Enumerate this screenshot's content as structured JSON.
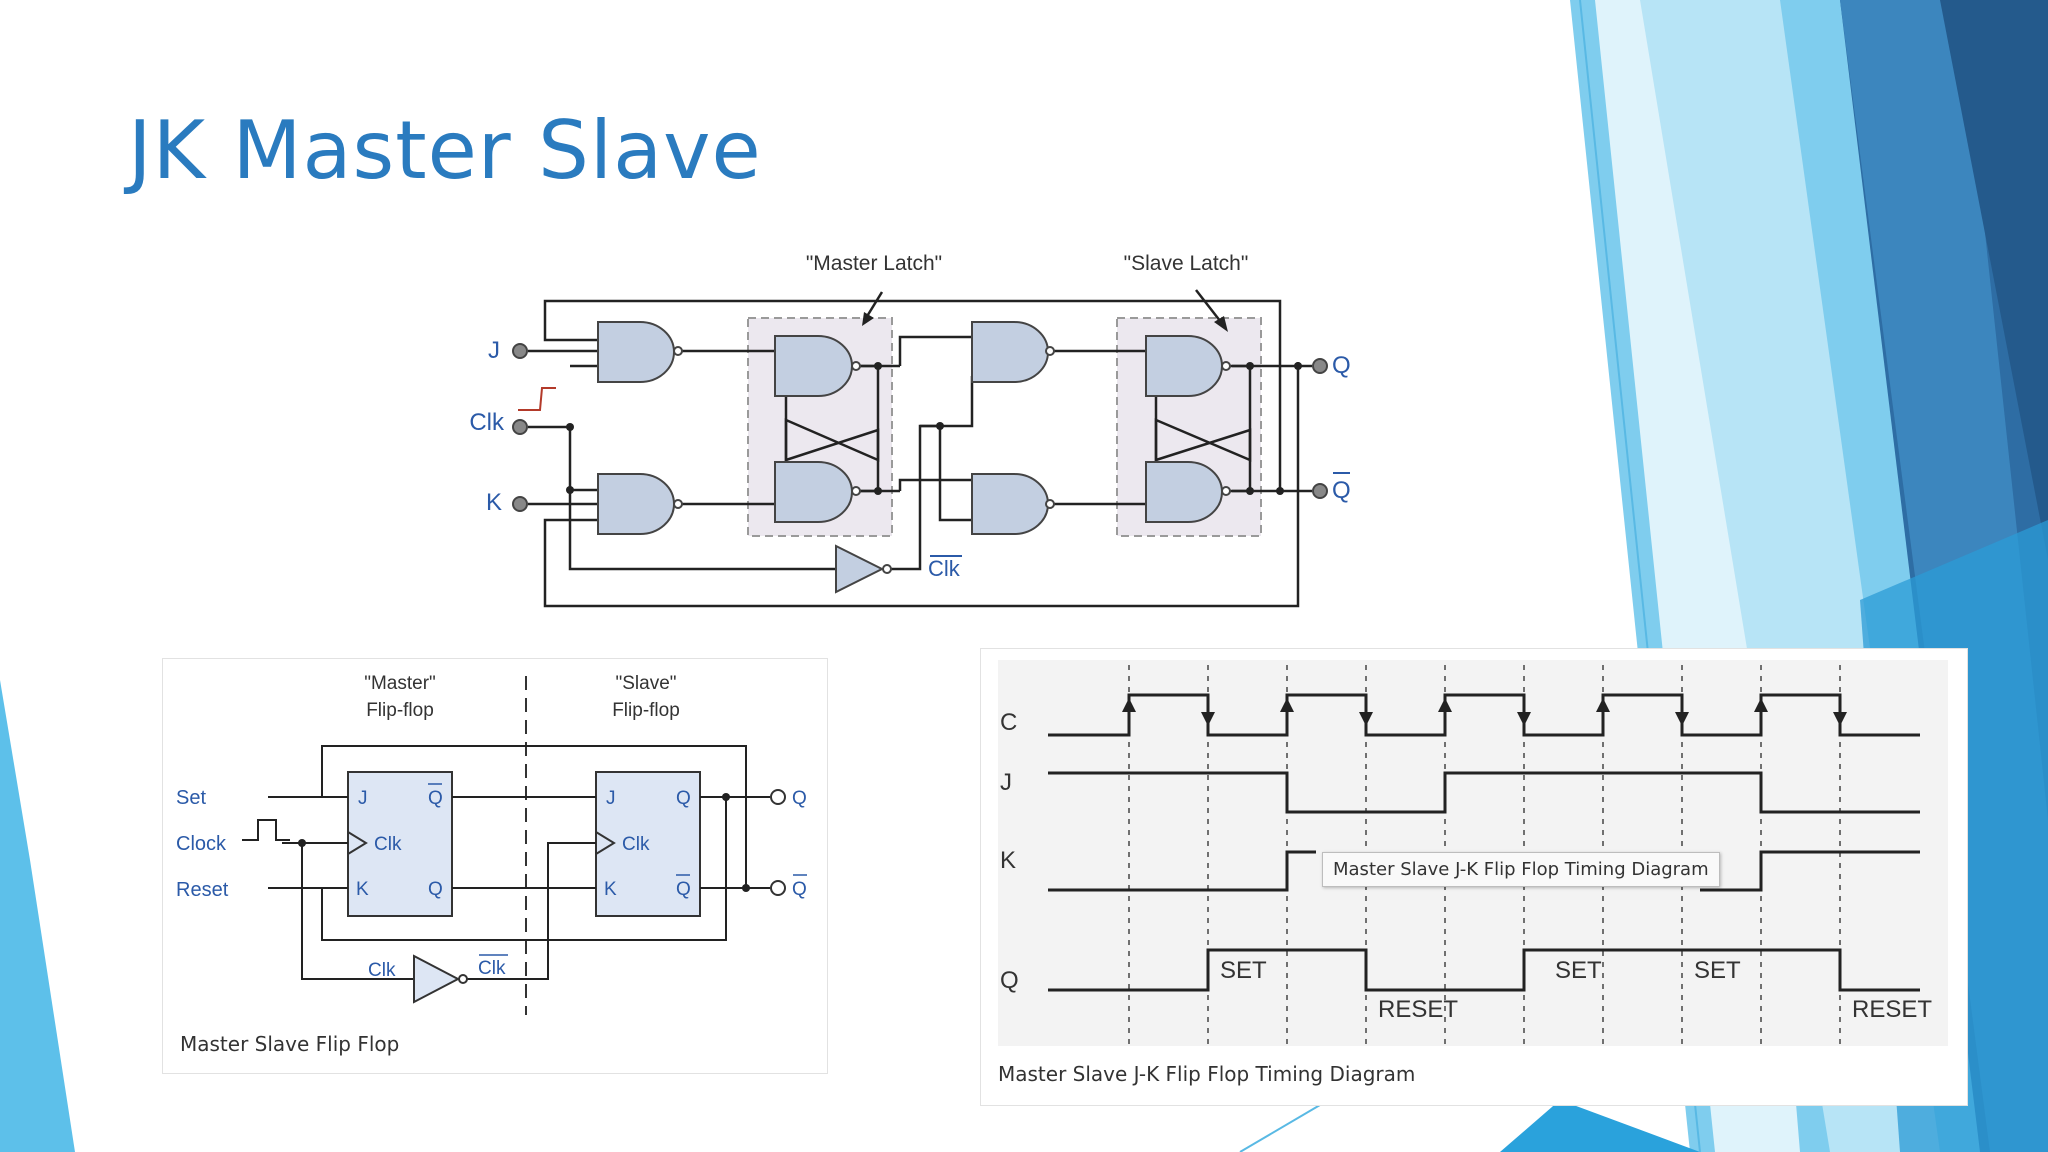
{
  "slide": {
    "title": "JK Master Slave"
  },
  "colors": {
    "title": "#2a7bbf",
    "gate_fill": "#c3cfe1",
    "latch_box": "#ece8ef",
    "diagram_label": "#2b5aa8",
    "accent_blue_dark": "#2e6da4",
    "accent_blue_light": "#7fcdee"
  },
  "top_diagram": {
    "master_latch_label": "\"Master Latch\"",
    "slave_latch_label": "\"Slave Latch\"",
    "inputs": {
      "j": "J",
      "clk": "Clk",
      "k": "K"
    },
    "outputs": {
      "q": "Q",
      "q_bar": "Q"
    },
    "inverted_clock_label": "Clk"
  },
  "left_diagram": {
    "master_header": [
      "\"Master\"",
      "Flip-flop"
    ],
    "slave_header": [
      "\"Slave\"",
      "Flip-flop"
    ],
    "inputs": {
      "set": "Set",
      "clock": "Clock",
      "reset": "Reset"
    },
    "master_ports": {
      "j": "J",
      "clk": "Clk",
      "k": "K",
      "q_bar": "Q",
      "q": "Q"
    },
    "slave_ports": {
      "j": "J",
      "clk": "Clk",
      "k": "K",
      "q": "Q",
      "q_bar": "Q"
    },
    "outputs": {
      "q": "Q",
      "q_bar": "Q"
    },
    "inverter_in": "Clk",
    "inverter_out": "Clk",
    "caption": "Master Slave Flip Flop"
  },
  "timing_diagram": {
    "signals": [
      "C",
      "J",
      "K",
      "Q"
    ],
    "q_states": [
      "SET",
      "RESET",
      "SET",
      "SET",
      "RESET"
    ],
    "tooltip": "Master Slave J-K Flip Flop Timing Diagram",
    "caption": "Master Slave J-K Flip Flop Timing Diagram"
  }
}
